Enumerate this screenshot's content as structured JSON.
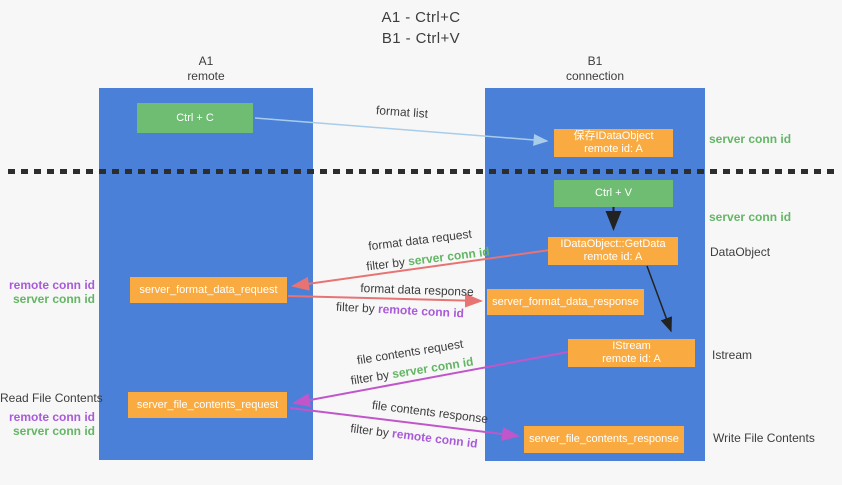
{
  "title": {
    "line1": "A1 - Ctrl+C",
    "line2": "B1 - Ctrl+V"
  },
  "lanes": {
    "left": {
      "title": "A1",
      "subtitle": "remote"
    },
    "right": {
      "title": "B1",
      "subtitle": "connection"
    }
  },
  "nodes": {
    "ctrl_c": {
      "label": "Ctrl + C"
    },
    "save_idataobject": {
      "line1": "保存IDataObject",
      "line2": "remote id: A"
    },
    "ctrl_v": {
      "label": "Ctrl + V"
    },
    "getdata": {
      "line1": "IDataObject::GetData",
      "line2": "remote id: A"
    },
    "server_format_data_request": {
      "label": "server_format_data_request"
    },
    "server_format_data_response": {
      "label": "server_format_data_response"
    },
    "istream": {
      "line1": "IStream",
      "line2": "remote id: A"
    },
    "server_file_contents_request": {
      "label": "server_file_contents_request"
    },
    "server_file_contents_response": {
      "label": "server_file_contents_response"
    }
  },
  "edge_labels": {
    "format_list": "format list",
    "format_data_request": "format data request",
    "format_data_response": "format data response",
    "file_contents_request": "file contents request",
    "file_contents_response": "file contents response",
    "filter_by": "filter by",
    "server_conn_id": "server conn id",
    "remote_conn_id": "remote conn id"
  },
  "side_labels": {
    "right_server_conn_id_top": "server conn id",
    "right_server_conn_id_mid": "server conn id",
    "dataobject": "DataObject",
    "istream": "Istream",
    "write_file_contents": "Write File Contents",
    "left_remote_conn_id_top": "remote conn id",
    "left_server_conn_id_top": "server conn id",
    "read_file_contents": "Read File Contents",
    "left_remote_conn_id_bottom": "remote conn id",
    "left_server_conn_id_bottom": "server conn id"
  },
  "colors": {
    "background": "#f7f7f7",
    "lane_blue": "#4a80d8",
    "box_orange": "#f9ab42",
    "box_green": "#6fbd72",
    "arrow_red": "#e87373",
    "arrow_purple": "#c156cb",
    "arrow_light_blue": "#a8cdea",
    "arrow_black": "#222222",
    "text_dark": "#3d3d3d",
    "text_green": "#64b666",
    "text_purple": "#a95ad8",
    "separator": "#2d2d2d"
  }
}
